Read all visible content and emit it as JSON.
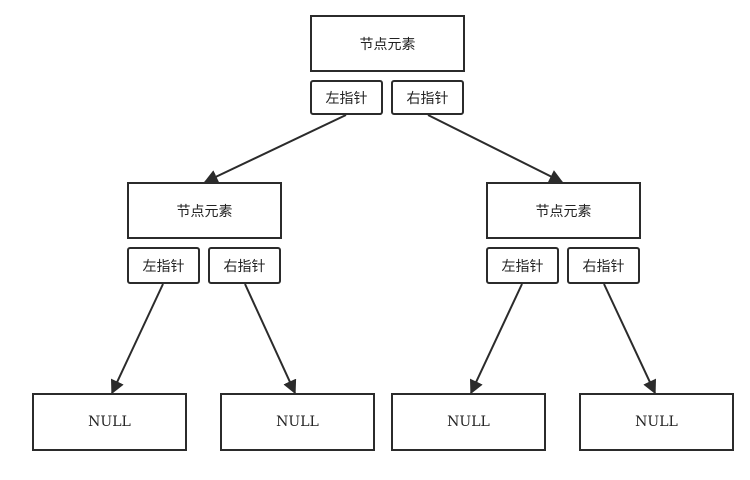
{
  "diagram": {
    "root": {
      "element": "节点元素",
      "left": "左指针",
      "right": "右指针"
    },
    "left_child": {
      "element": "节点元素",
      "left": "左指针",
      "right": "右指针"
    },
    "right_child": {
      "element": "节点元素",
      "left": "左指针",
      "right": "右指针"
    },
    "null_label": "NULL"
  },
  "colors": {
    "stroke": "#2b2b2b",
    "text": "#222222",
    "background": "#ffffff"
  }
}
